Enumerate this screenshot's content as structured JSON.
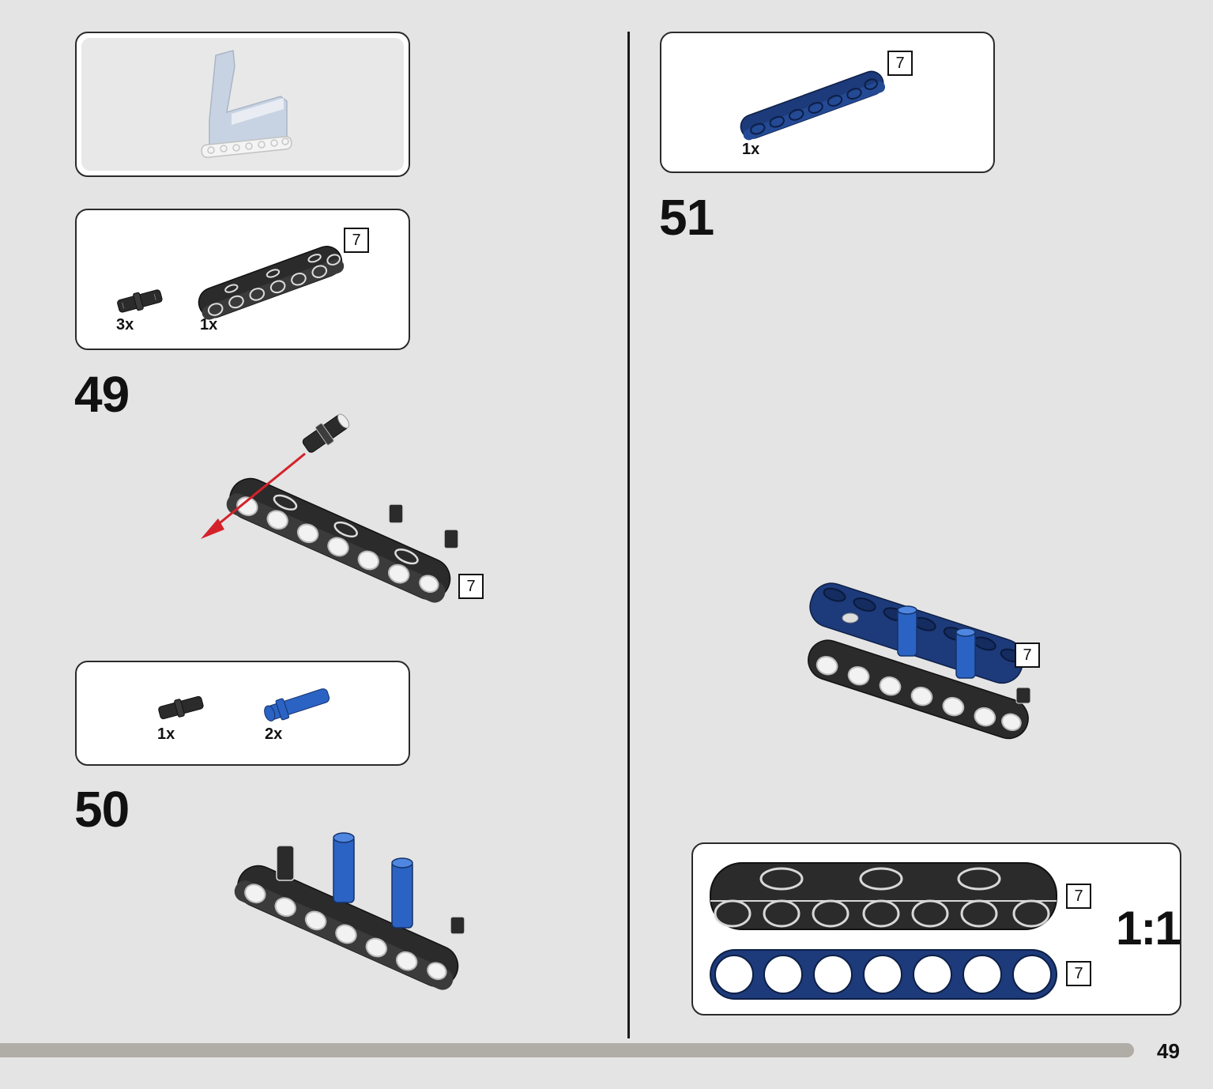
{
  "page_number": "49",
  "scale_label": "1:1",
  "steps": [
    {
      "number": "49",
      "parts": [
        {
          "qty": "3x",
          "part": "black-friction-pin"
        },
        {
          "qty": "1x",
          "part": "black-beam-7",
          "length": "7"
        }
      ],
      "assembly_length": "7"
    },
    {
      "number": "50",
      "parts": [
        {
          "qty": "1x",
          "part": "black-friction-pin"
        },
        {
          "qty": "2x",
          "part": "blue-long-pin"
        }
      ]
    },
    {
      "number": "51",
      "parts": [
        {
          "qty": "1x",
          "part": "dark-blue-beam-7",
          "length": "7"
        }
      ],
      "assembly_length": "7"
    }
  ],
  "scale_reference": {
    "black_beam_length": "7",
    "blue_beam_length": "7"
  },
  "colors": {
    "background": "#e4e4e4",
    "black_part": "#2b2b2b",
    "dark_blue_part": "#1d3a7a",
    "blue_pin": "#2b63c4",
    "arrow_red": "#d4222a",
    "progress_bar": "#b0aca6"
  }
}
